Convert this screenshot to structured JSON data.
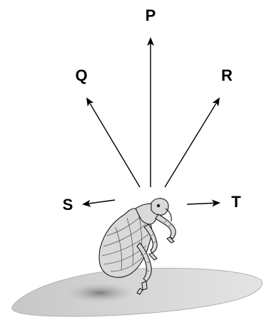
{
  "labels": {
    "p": "P",
    "q": "Q",
    "r": "R",
    "s": "S",
    "t": "T"
  },
  "colors": {
    "arrow": "#000000",
    "insect_body": "#d9d9d9",
    "insect_outline": "#1a1a1a",
    "ground": "#cfcfcf",
    "ground_shadow": "#8c8c8c"
  },
  "icons": {
    "insect": "flea-icon",
    "surface": "ground-shadow"
  }
}
